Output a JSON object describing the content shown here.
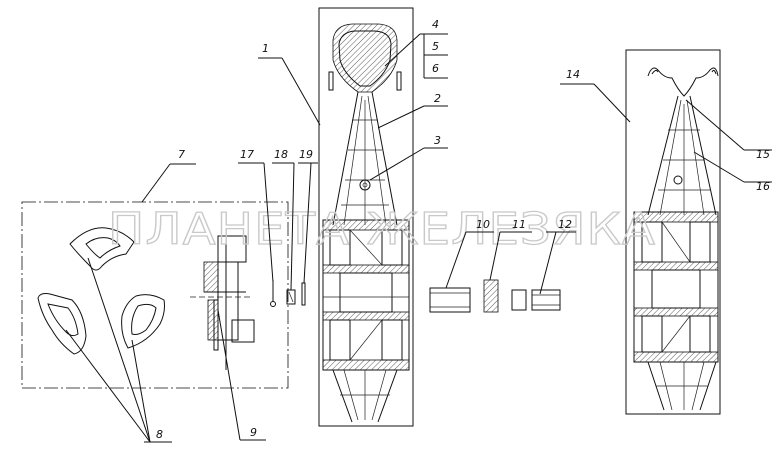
{
  "watermark": "ПЛАНЕТА ЖЕЛЕЗЯКА",
  "callouts": {
    "c1": "1",
    "c2": "2",
    "c3": "3",
    "c4": "4",
    "c5": "5",
    "c6": "6",
    "c7": "7",
    "c8": "8",
    "c9": "9",
    "c10": "10",
    "c11": "11",
    "c12": "12",
    "c14": "14",
    "c15": "15",
    "c16": "16",
    "c17": "17",
    "c18": "18",
    "c19": "19"
  }
}
